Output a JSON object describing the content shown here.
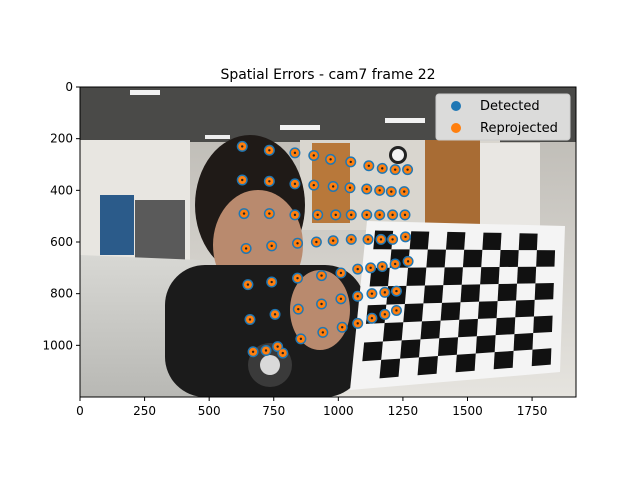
{
  "chart_data": {
    "type": "scatter",
    "title": "Spatial Errors - cam7 frame 22",
    "xlabel": "",
    "ylabel": "",
    "xlim": [
      0,
      1920
    ],
    "ylim": [
      1200,
      0
    ],
    "x_ticks": [
      0,
      250,
      500,
      750,
      1000,
      1250,
      1500,
      1750
    ],
    "y_ticks": [
      0,
      200,
      400,
      600,
      800,
      1000
    ],
    "grid": false,
    "legend_position": "top-right",
    "background": "photograph: person holding a checkerboard calibration target in an office",
    "series": [
      {
        "name": "Detected",
        "color": "#1f77b4",
        "points": [
          [
            628,
            230
          ],
          [
            733,
            245
          ],
          [
            832,
            255
          ],
          [
            905,
            265
          ],
          [
            970,
            280
          ],
          [
            1048,
            290
          ],
          [
            1118,
            305
          ],
          [
            1170,
            315
          ],
          [
            1220,
            320
          ],
          [
            1268,
            320
          ],
          [
            628,
            360
          ],
          [
            733,
            365
          ],
          [
            832,
            375
          ],
          [
            905,
            380
          ],
          [
            980,
            385
          ],
          [
            1045,
            390
          ],
          [
            1110,
            395
          ],
          [
            1160,
            400
          ],
          [
            1205,
            405
          ],
          [
            1255,
            405
          ],
          [
            635,
            490
          ],
          [
            733,
            490
          ],
          [
            832,
            495
          ],
          [
            920,
            495
          ],
          [
            990,
            495
          ],
          [
            1050,
            495
          ],
          [
            1110,
            495
          ],
          [
            1160,
            495
          ],
          [
            1210,
            495
          ],
          [
            1258,
            495
          ],
          [
            643,
            625
          ],
          [
            742,
            615
          ],
          [
            842,
            605
          ],
          [
            915,
            600
          ],
          [
            980,
            595
          ],
          [
            1050,
            590
          ],
          [
            1115,
            590
          ],
          [
            1165,
            590
          ],
          [
            1210,
            590
          ],
          [
            1260,
            580
          ],
          [
            650,
            765
          ],
          [
            742,
            755
          ],
          [
            842,
            740
          ],
          [
            935,
            730
          ],
          [
            1010,
            720
          ],
          [
            1075,
            705
          ],
          [
            1125,
            700
          ],
          [
            1170,
            695
          ],
          [
            1220,
            685
          ],
          [
            1270,
            675
          ],
          [
            658,
            900
          ],
          [
            755,
            880
          ],
          [
            845,
            860
          ],
          [
            935,
            840
          ],
          [
            1010,
            820
          ],
          [
            1075,
            810
          ],
          [
            1130,
            800
          ],
          [
            1180,
            795
          ],
          [
            1225,
            790
          ],
          [
            670,
            1025
          ],
          [
            765,
            1005
          ],
          [
            855,
            975
          ],
          [
            940,
            950
          ],
          [
            1015,
            930
          ],
          [
            1075,
            915
          ],
          [
            1130,
            895
          ],
          [
            1180,
            880
          ],
          [
            1225,
            865
          ],
          [
            720,
            1020
          ],
          [
            785,
            1030
          ]
        ]
      },
      {
        "name": "Reprojected",
        "color": "#ff7f0e",
        "points": [
          [
            628,
            230
          ],
          [
            733,
            245
          ],
          [
            832,
            255
          ],
          [
            905,
            265
          ],
          [
            970,
            280
          ],
          [
            1048,
            290
          ],
          [
            1118,
            305
          ],
          [
            1170,
            315
          ],
          [
            1220,
            320
          ],
          [
            1268,
            320
          ],
          [
            628,
            360
          ],
          [
            733,
            365
          ],
          [
            832,
            375
          ],
          [
            905,
            380
          ],
          [
            980,
            385
          ],
          [
            1045,
            390
          ],
          [
            1110,
            395
          ],
          [
            1160,
            400
          ],
          [
            1205,
            405
          ],
          [
            1255,
            405
          ],
          [
            635,
            490
          ],
          [
            733,
            490
          ],
          [
            832,
            495
          ],
          [
            920,
            495
          ],
          [
            990,
            495
          ],
          [
            1050,
            495
          ],
          [
            1110,
            495
          ],
          [
            1160,
            495
          ],
          [
            1210,
            495
          ],
          [
            1258,
            495
          ],
          [
            643,
            625
          ],
          [
            742,
            615
          ],
          [
            842,
            605
          ],
          [
            915,
            600
          ],
          [
            980,
            595
          ],
          [
            1050,
            590
          ],
          [
            1115,
            590
          ],
          [
            1165,
            590
          ],
          [
            1210,
            590
          ],
          [
            1260,
            580
          ],
          [
            650,
            765
          ],
          [
            742,
            755
          ],
          [
            842,
            740
          ],
          [
            935,
            730
          ],
          [
            1010,
            720
          ],
          [
            1075,
            705
          ],
          [
            1125,
            700
          ],
          [
            1170,
            695
          ],
          [
            1220,
            685
          ],
          [
            1270,
            675
          ],
          [
            658,
            900
          ],
          [
            755,
            880
          ],
          [
            845,
            860
          ],
          [
            935,
            840
          ],
          [
            1010,
            820
          ],
          [
            1075,
            810
          ],
          [
            1130,
            800
          ],
          [
            1180,
            795
          ],
          [
            1225,
            790
          ],
          [
            670,
            1025
          ],
          [
            765,
            1005
          ],
          [
            855,
            975
          ],
          [
            940,
            950
          ],
          [
            1015,
            930
          ],
          [
            1075,
            915
          ],
          [
            1130,
            895
          ],
          [
            1180,
            880
          ],
          [
            1225,
            865
          ],
          [
            720,
            1020
          ],
          [
            785,
            1030
          ]
        ]
      }
    ]
  }
}
